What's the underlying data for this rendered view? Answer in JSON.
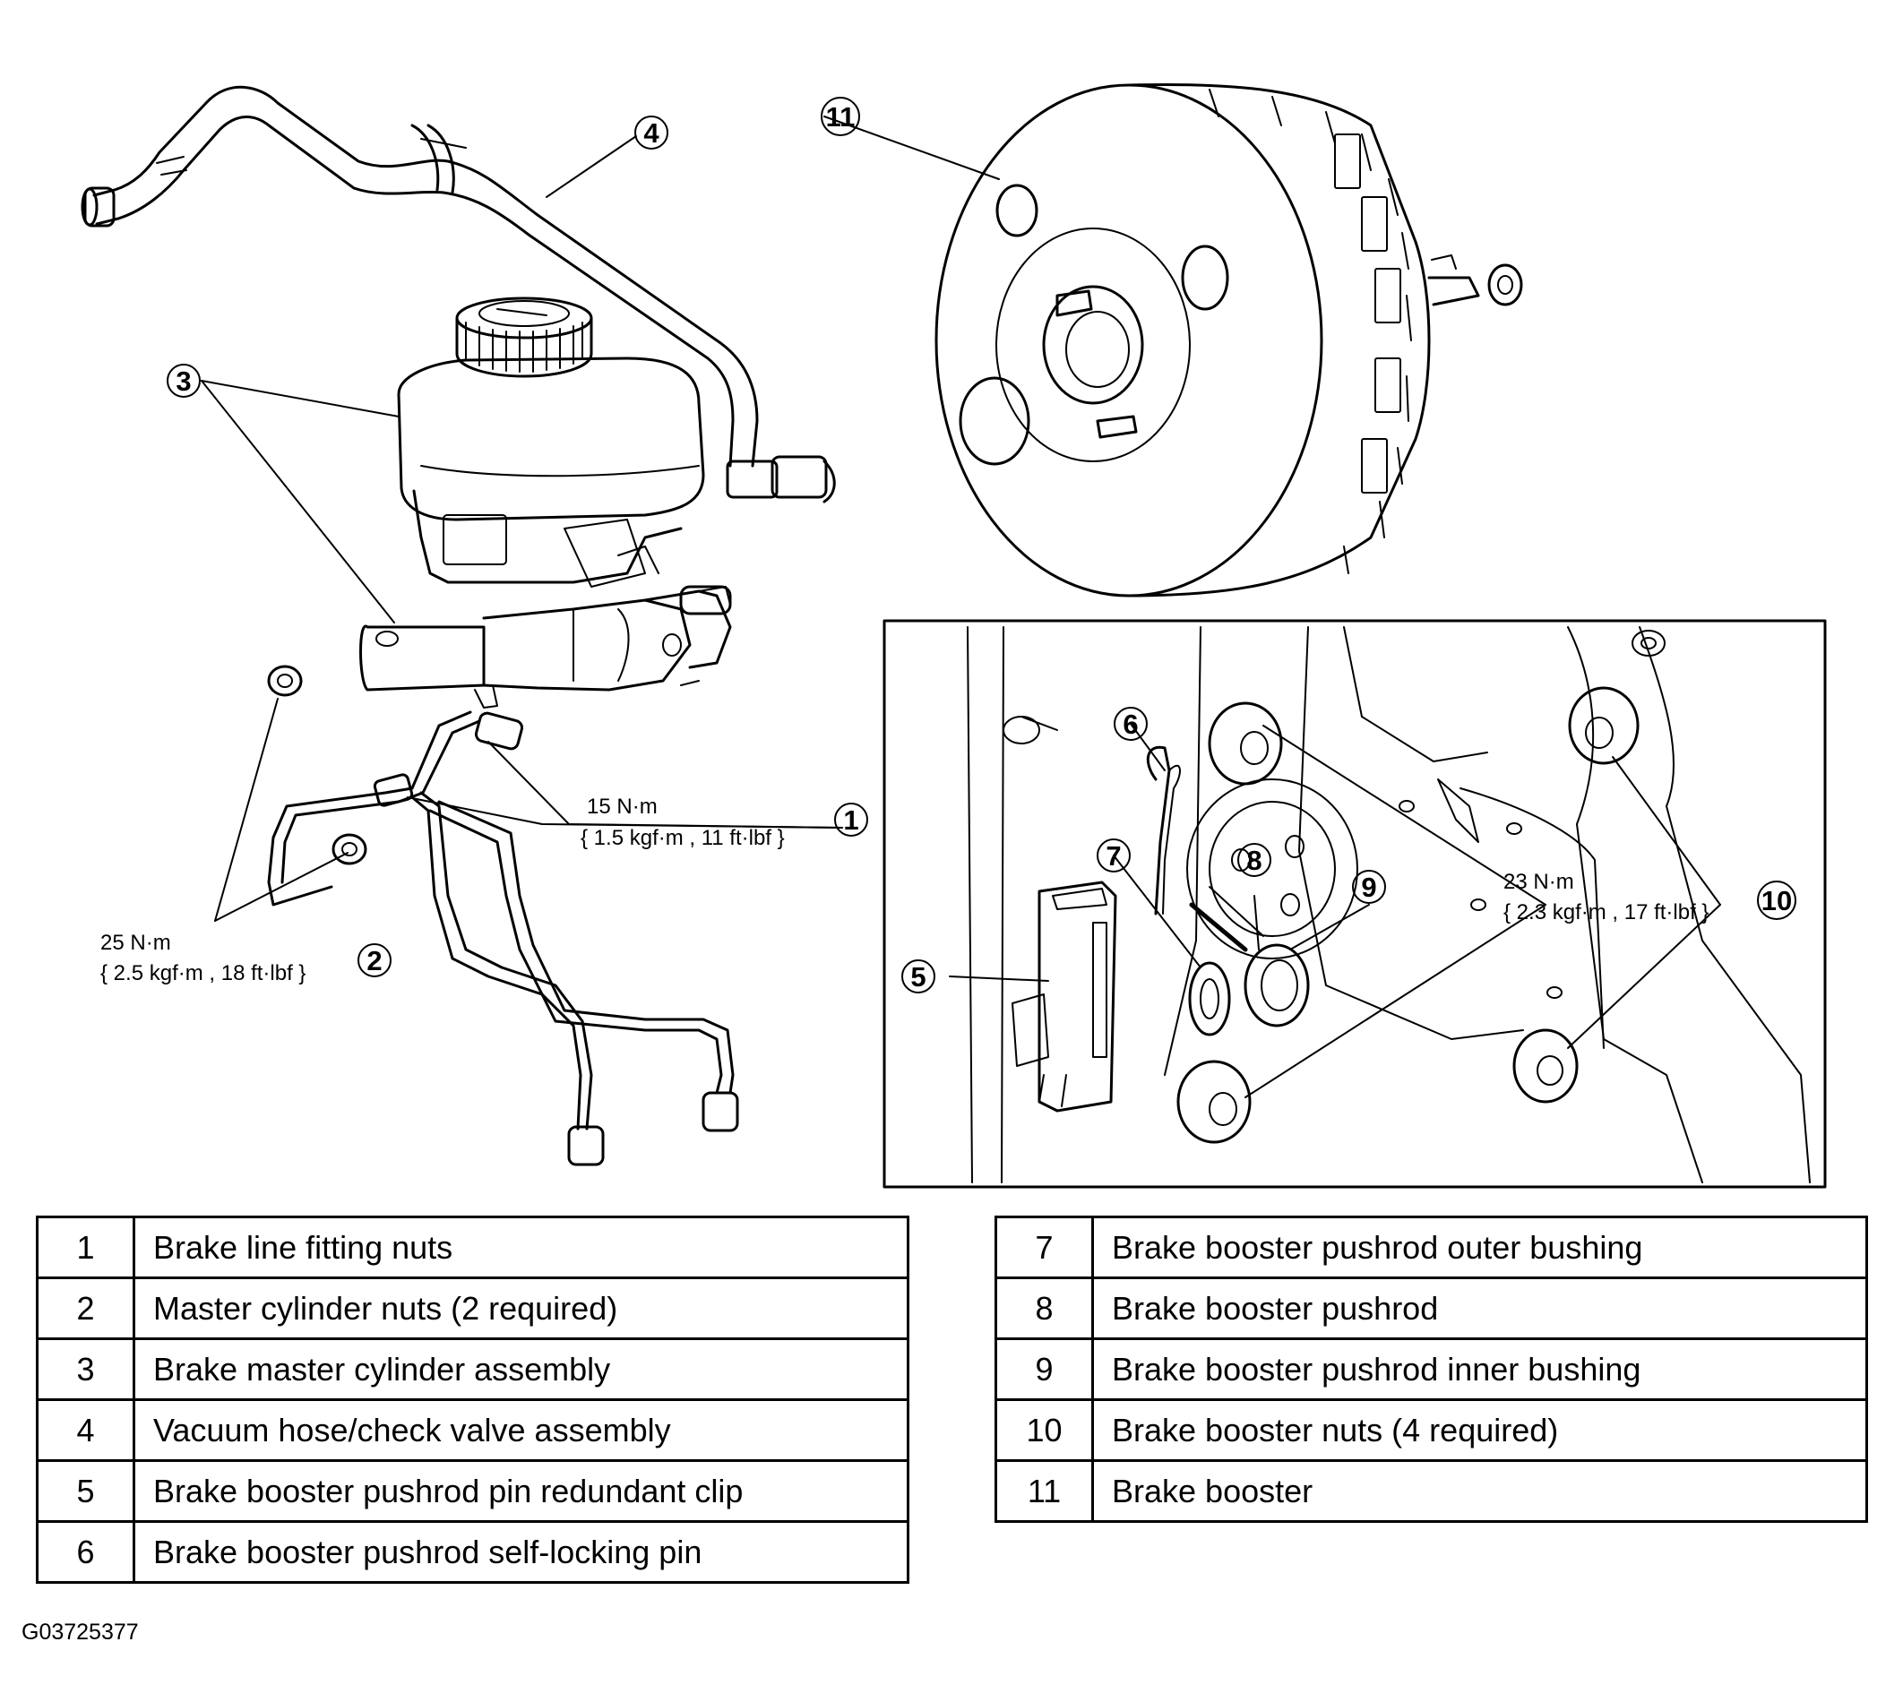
{
  "callouts": {
    "c1": "1",
    "c2": "2",
    "c3": "3",
    "c4": "4",
    "c5": "5",
    "c6": "6",
    "c7": "7",
    "c8": "8",
    "c9": "9",
    "c10": "10",
    "c11": "11"
  },
  "torque": {
    "t1_line1": "15 N·m",
    "t1_line2": "{ 1.5 kgf·m , 11 ft·lbf }",
    "t2_line1": "25 N·m",
    "t2_line2": "{ 2.5 kgf·m , 18 ft·lbf }",
    "t10_line1": "23 N·m",
    "t10_line2": "{ 2.3 kgf·m , 17 ft·lbf }"
  },
  "legend_left": [
    {
      "num": "1",
      "desc": "Brake line fitting nuts"
    },
    {
      "num": "2",
      "desc": "Master cylinder nuts (2 required)"
    },
    {
      "num": "3",
      "desc": "Brake master cylinder assembly"
    },
    {
      "num": "4",
      "desc": "Vacuum hose/check valve assembly"
    },
    {
      "num": "5",
      "desc": "Brake booster pushrod pin redundant clip"
    },
    {
      "num": "6",
      "desc": "Brake booster pushrod self-locking pin"
    }
  ],
  "legend_right": [
    {
      "num": "7",
      "desc": "Brake booster pushrod outer bushing"
    },
    {
      "num": "8",
      "desc": "Brake booster pushrod"
    },
    {
      "num": "9",
      "desc": "Brake booster pushrod inner bushing"
    },
    {
      "num": "10",
      "desc": "Brake booster nuts (4 required)"
    },
    {
      "num": "11",
      "desc": "Brake booster"
    }
  ],
  "figure_id": "G03725377"
}
